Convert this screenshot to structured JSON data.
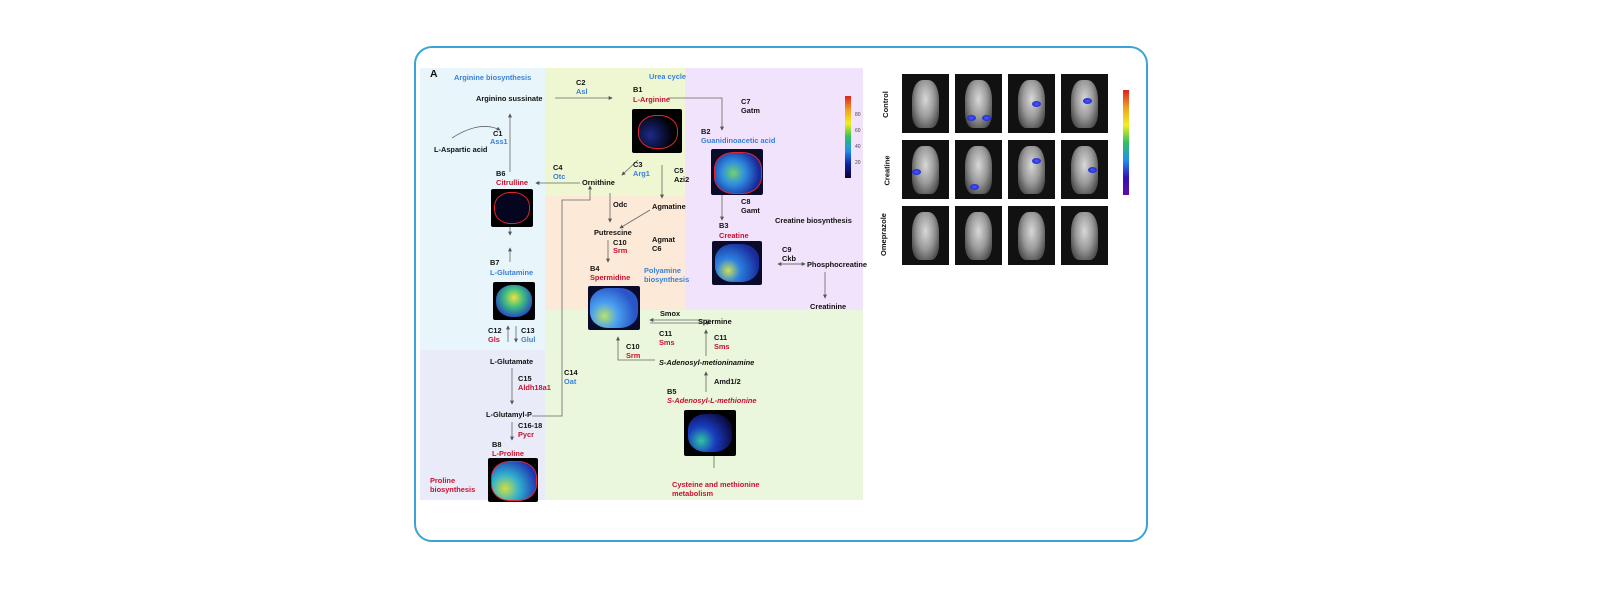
{
  "figure": {
    "panel_letter": "A",
    "regions": {
      "arginine": "Arginine biosynthesis",
      "urea": "Urea cycle",
      "creatine": "Creatine biosynthesis",
      "polyamine": "Polyamine biosynthesis",
      "proline": "Proline biosynthesis",
      "cysteine": "Cysteine and methionine metabolism"
    },
    "metabolites": {
      "argininosuccinate": "Arginino sussinate",
      "aspartic": "L-Aspartic acid",
      "ornithine": "Ornithine",
      "agmatine": "Agmatine",
      "putrescine": "Putrescine",
      "phosphocreatine": "Phosphocreatine",
      "creatinine": "Creatinine",
      "spermine": "Spermine",
      "s_adenosyl_metioninamine": "S-Adenosyl-metioninamine",
      "l_glutamate": "L-Glutamate",
      "l_glutamyl_p": "L-Glutamyl-P"
    },
    "imaged": {
      "b1_code": "B1",
      "b1_name": "L-Arginine",
      "b2_code": "B2",
      "b2_name": "Guanidinoacetic acid",
      "b3_code": "B3",
      "b3_name": "Creatine",
      "b4_code": "B4",
      "b4_name": "Spermidine",
      "b5_code": "B5",
      "b5_name": "S-Adenosyl-L-methionine",
      "b6_code": "B6",
      "b6_name": "Citrulline",
      "b7_code": "B7",
      "b7_name": "L-Glutamine",
      "b8_code": "B8",
      "b8_name": "L-Proline"
    },
    "enzymes": {
      "c1_code": "C1",
      "c1_name": "Ass1",
      "c2_code": "C2",
      "c2_name": "Asl",
      "c3_code": "C3",
      "c3_name": "Arg1",
      "c4_code": "C4",
      "c4_name": "Otc",
      "c5_code": "C5",
      "c5_name": "Azi2",
      "c6_name": "Agmat\nC6",
      "c7_code": "C7",
      "c7_name": "Gatm",
      "c8_code": "C8",
      "c8_name": "Gamt",
      "c9_code": "C9",
      "c9_name": "Ckb",
      "c10a_code": "C10",
      "c10a_name": "Srm",
      "c10b_code": "C10",
      "c10b_name": "Srm",
      "c11a_code": "C11",
      "c11a_name": "Sms",
      "c11b_code": "C11",
      "c11b_name": "Sms",
      "c12_code": "C12",
      "c12_name": "Gls",
      "c13_code": "C13",
      "c13_name": "Glul",
      "c14_code": "C14",
      "c14_name": "Oat",
      "c15_code": "C15",
      "c15_name": "Aldh18a1",
      "c16_code": "C16-18",
      "c16_name": "Pycr",
      "odc": "Odc",
      "smox": "Smox",
      "amd": "Amd1/2"
    },
    "colorbar_ticks": [
      "80",
      "60",
      "40",
      "20"
    ],
    "colors": {
      "frame_border": "#3aa3d6",
      "enzyme_red": "#c8102e",
      "enzyme_blue": "#3a7fd5",
      "arginine_bg": "#e8f6fb",
      "urea_bg": "#eef7d2",
      "creatine_bg": "#f1e3fb",
      "polyamine_bg": "#fde9d8",
      "cysteine_bg": "#eaf7dc",
      "proline_bg": "#e9ecf8"
    }
  },
  "mouse_grid": {
    "rows": [
      "Control",
      "Creatine",
      "Omeprazole"
    ],
    "columns": 4
  }
}
